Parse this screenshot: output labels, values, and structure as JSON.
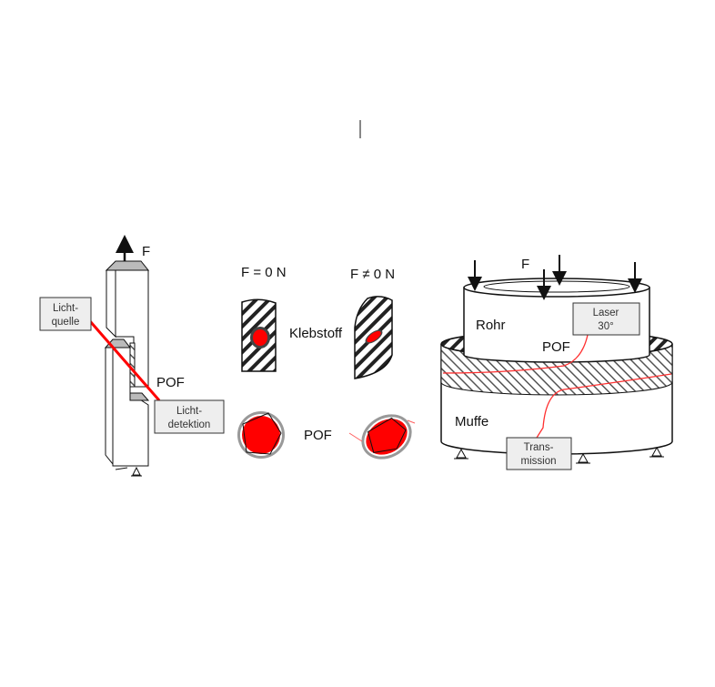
{
  "left": {
    "force": "F",
    "light_source": [
      "Licht-",
      "quelle"
    ],
    "pof": "POF",
    "light_detection": [
      "Licht-",
      "detektion"
    ]
  },
  "middle": {
    "force_zero": "F = 0 N",
    "force_nonzero": "F ≠ 0 N",
    "adhesive": "Klebstoff",
    "pof": "POF"
  },
  "right": {
    "force": "F",
    "pipe": "Rohr",
    "laser": [
      "Laser",
      "30°"
    ],
    "pof": "POF",
    "sleeve": "Muffe",
    "transmission": [
      "Trans-",
      "mission"
    ]
  },
  "colors": {
    "fiber": "#ff0000",
    "hatch": "#222222",
    "box_fill": "#eeeeee",
    "top_face": "#bbbbbb"
  }
}
